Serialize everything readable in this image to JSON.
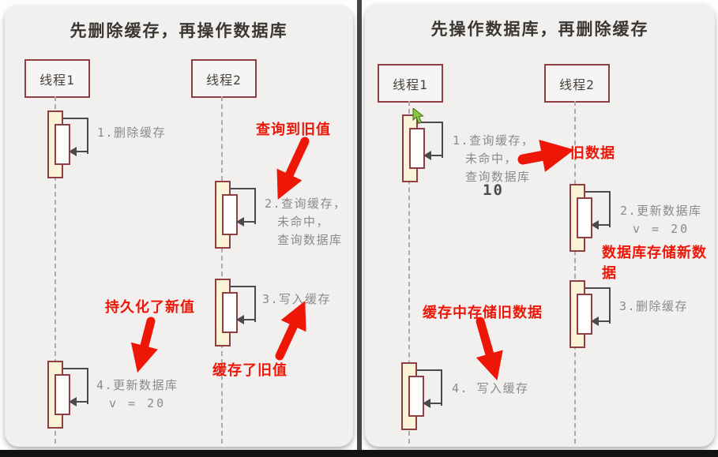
{
  "left_panel": {
    "title": "先删除缓存，再操作数据库",
    "threads": {
      "thread1": "线程1",
      "thread2": "线程2"
    },
    "steps": {
      "step1": {
        "lines": [
          "1.删除缓存"
        ]
      },
      "step2": {
        "lines": [
          "2.查询缓存，",
          "未命中，",
          "查询数据库"
        ]
      },
      "step3": {
        "lines": [
          "3.写入缓存"
        ]
      },
      "step4": {
        "lines": [
          "4.更新数据库"
        ],
        "value": "v = 20"
      }
    },
    "annotations": {
      "queried_old_value": "查询到旧值",
      "persisted_new_value": "持久化了新值",
      "cached_old_value": "缓存了旧值"
    }
  },
  "right_panel": {
    "title": "先操作数据库，再删除缓存",
    "threads": {
      "thread1": "线程1",
      "thread2": "线程2"
    },
    "steps": {
      "step1": {
        "lines": [
          "1.查询缓存，",
          "未命中，",
          "查询数据库"
        ],
        "value": "10"
      },
      "step2": {
        "lines": [
          "2.更新数据库"
        ],
        "value": "v = 20"
      },
      "step3": {
        "lines": [
          "3.删除缓存"
        ]
      },
      "step4": {
        "lines": [
          "4. 写入缓存"
        ]
      }
    },
    "annotations": {
      "old_data": "旧数据",
      "db_stores_new_data": "数据库存储新数据",
      "cache_stores_old_data": "缓存中存储旧数据"
    }
  },
  "colors": {
    "panel_bg": "#f1f0ee",
    "box_border": "#8f3e44",
    "activation_fill": "#fbf3d7",
    "inner_fill": "#fdfdfd",
    "step_text": "#8a8a8a",
    "annotation_red": "#ed1607",
    "title_text": "#3a3633",
    "loop_line": "#4a4a4a",
    "cursor_green": "#8dc63f"
  }
}
